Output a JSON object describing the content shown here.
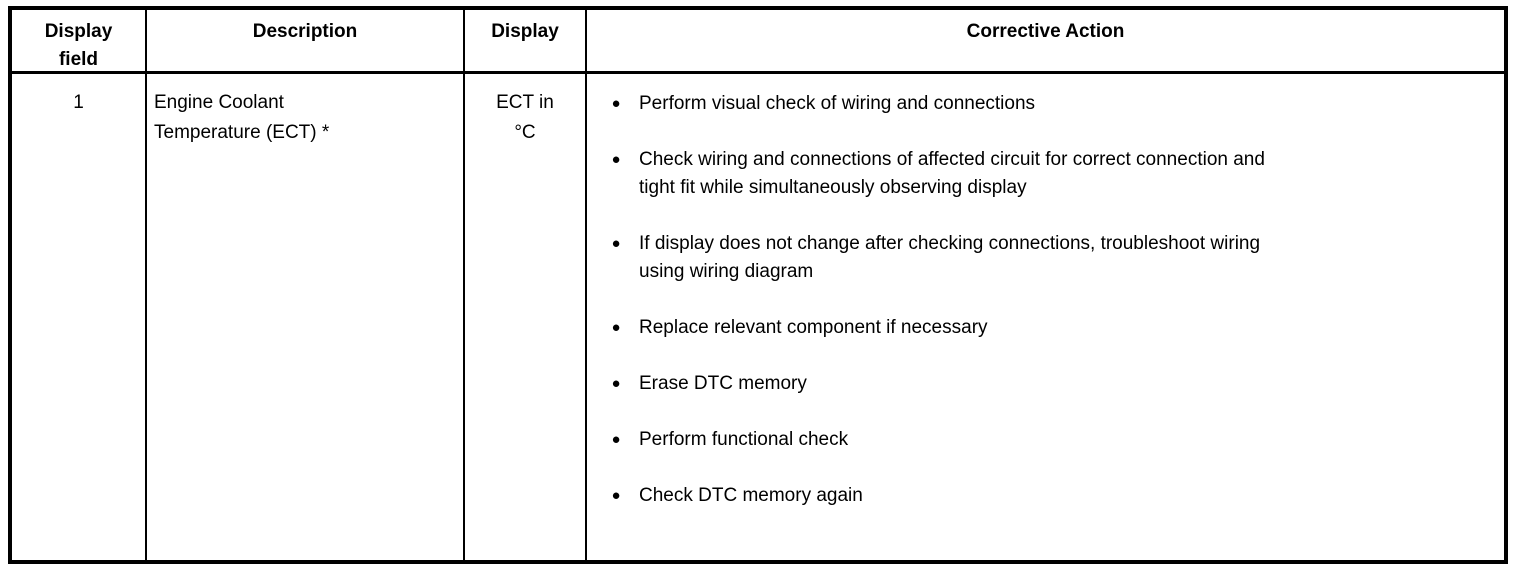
{
  "page": {
    "background_color": "#ffffff",
    "text_color": "#000000",
    "border_color": "#000000"
  },
  "header": {
    "display_field_lines": [
      "Display",
      "field"
    ],
    "description": "Description",
    "display": "Display",
    "corrective_action": "Corrective Action"
  },
  "row": {
    "display_field": "1",
    "description_lines": [
      "Engine Coolant",
      "Temperature (ECT) *"
    ],
    "display_lines": [
      "ECT in",
      "°C"
    ],
    "bullet_glyph": "●",
    "corrective_actions": [
      {
        "lines": [
          "Perform visual check of wiring and connections"
        ]
      },
      {
        "lines": [
          "Check wiring and connections of affected circuit for correct connection and",
          "tight fit while simultaneously observing display"
        ]
      },
      {
        "lines": [
          "If display does not change after checking connections, troubleshoot wiring",
          "using wiring diagram"
        ]
      },
      {
        "lines": [
          "Replace relevant component if necessary"
        ]
      },
      {
        "lines": [
          "Erase DTC memory"
        ]
      },
      {
        "lines": [
          "Perform functional check"
        ]
      },
      {
        "lines": [
          "Check DTC memory again"
        ]
      }
    ]
  }
}
